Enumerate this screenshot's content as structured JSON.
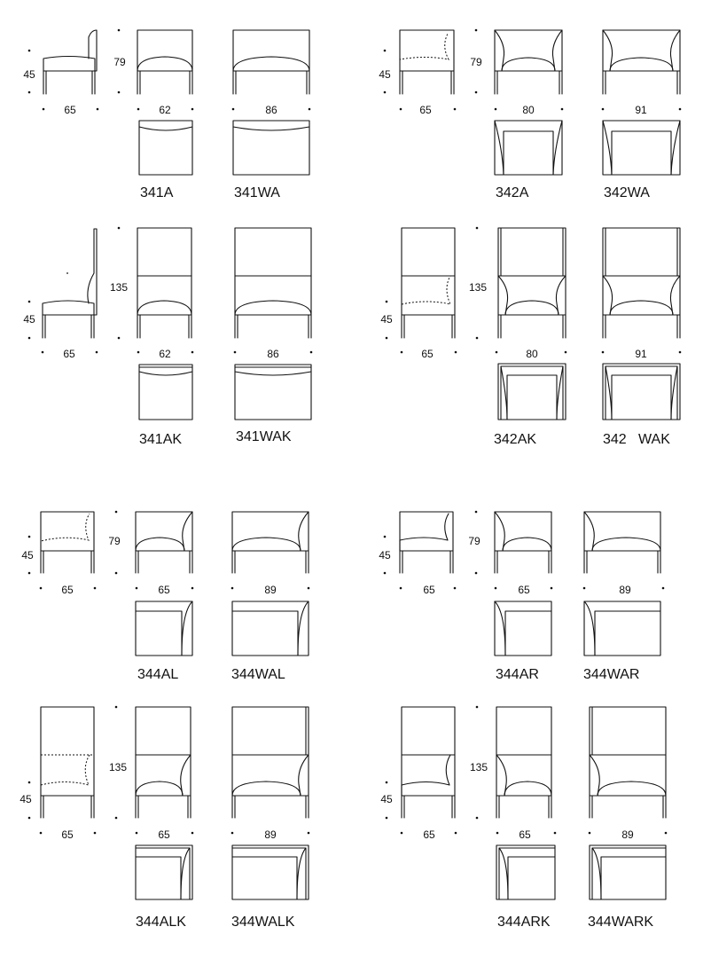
{
  "sheet": {
    "products": [
      {
        "code": "341A",
        "width": "62",
        "height": "79"
      },
      {
        "code": "341WA",
        "width": "86"
      },
      {
        "code": "342A",
        "width": "80",
        "height": "79"
      },
      {
        "code": "342WA",
        "width": "91"
      },
      {
        "code": "341AK",
        "width": "62",
        "height": "135"
      },
      {
        "code": "341WAK",
        "width": "86"
      },
      {
        "code": "342AK",
        "width": "80",
        "height": "135"
      },
      {
        "code": "342   WAK",
        "width": "91"
      },
      {
        "code": "344AL",
        "width": "65",
        "height": "79"
      },
      {
        "code": "344WAL",
        "width": "89"
      },
      {
        "code": "344AR",
        "width": "65",
        "height": "79"
      },
      {
        "code": "344WAR",
        "width": "89"
      },
      {
        "code": "344ALK",
        "width": "65",
        "height": "135"
      },
      {
        "code": "344WALK",
        "width": "89"
      },
      {
        "code": "344ARK",
        "width": "65",
        "height": "135"
      },
      {
        "code": "344WARK",
        "width": "89"
      }
    ],
    "side_views": [
      {
        "seat_height": "45",
        "depth": "65"
      },
      {
        "seat_height": "45",
        "depth": "65"
      },
      {
        "seat_height": "45",
        "depth": "65"
      },
      {
        "seat_height": "45",
        "depth": "65"
      },
      {
        "seat_height": "45",
        "depth": "65"
      },
      {
        "seat_height": "45",
        "depth": "65"
      },
      {
        "seat_height": "45",
        "depth": "65"
      },
      {
        "seat_height": "45",
        "depth": "65"
      }
    ]
  }
}
